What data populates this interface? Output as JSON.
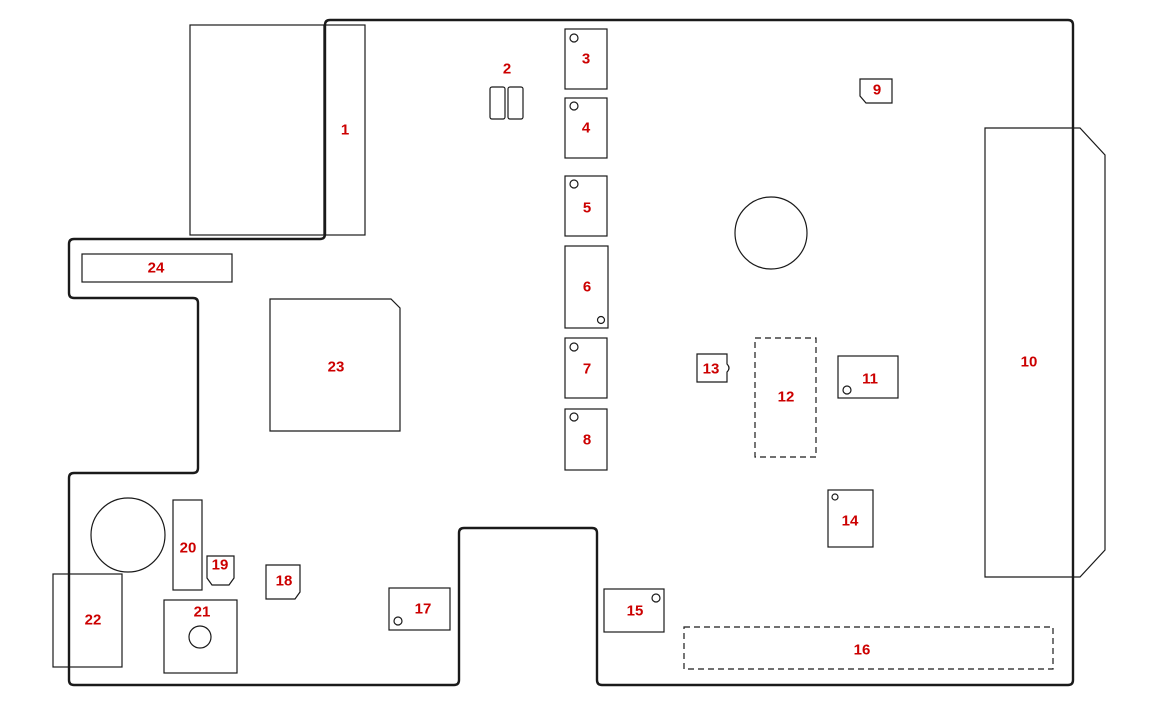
{
  "diagram": {
    "label_color": "#cc0000",
    "line_color": "#1a1a1a",
    "background": "#ffffff",
    "components": [
      {
        "id": "c1",
        "label": "1"
      },
      {
        "id": "c2",
        "label": "2"
      },
      {
        "id": "c3",
        "label": "3"
      },
      {
        "id": "c4",
        "label": "4"
      },
      {
        "id": "c5",
        "label": "5"
      },
      {
        "id": "c6",
        "label": "6"
      },
      {
        "id": "c7",
        "label": "7"
      },
      {
        "id": "c8",
        "label": "8"
      },
      {
        "id": "c9",
        "label": "9"
      },
      {
        "id": "c10",
        "label": "10"
      },
      {
        "id": "c11",
        "label": "11"
      },
      {
        "id": "c12",
        "label": "12"
      },
      {
        "id": "c13",
        "label": "13"
      },
      {
        "id": "c14",
        "label": "14"
      },
      {
        "id": "c15",
        "label": "15"
      },
      {
        "id": "c16",
        "label": "16"
      },
      {
        "id": "c17",
        "label": "17"
      },
      {
        "id": "c18",
        "label": "18"
      },
      {
        "id": "c19",
        "label": "19"
      },
      {
        "id": "c20",
        "label": "20"
      },
      {
        "id": "c21",
        "label": "21"
      },
      {
        "id": "c22",
        "label": "22"
      },
      {
        "id": "c23",
        "label": "23"
      },
      {
        "id": "c24",
        "label": "24"
      }
    ]
  }
}
